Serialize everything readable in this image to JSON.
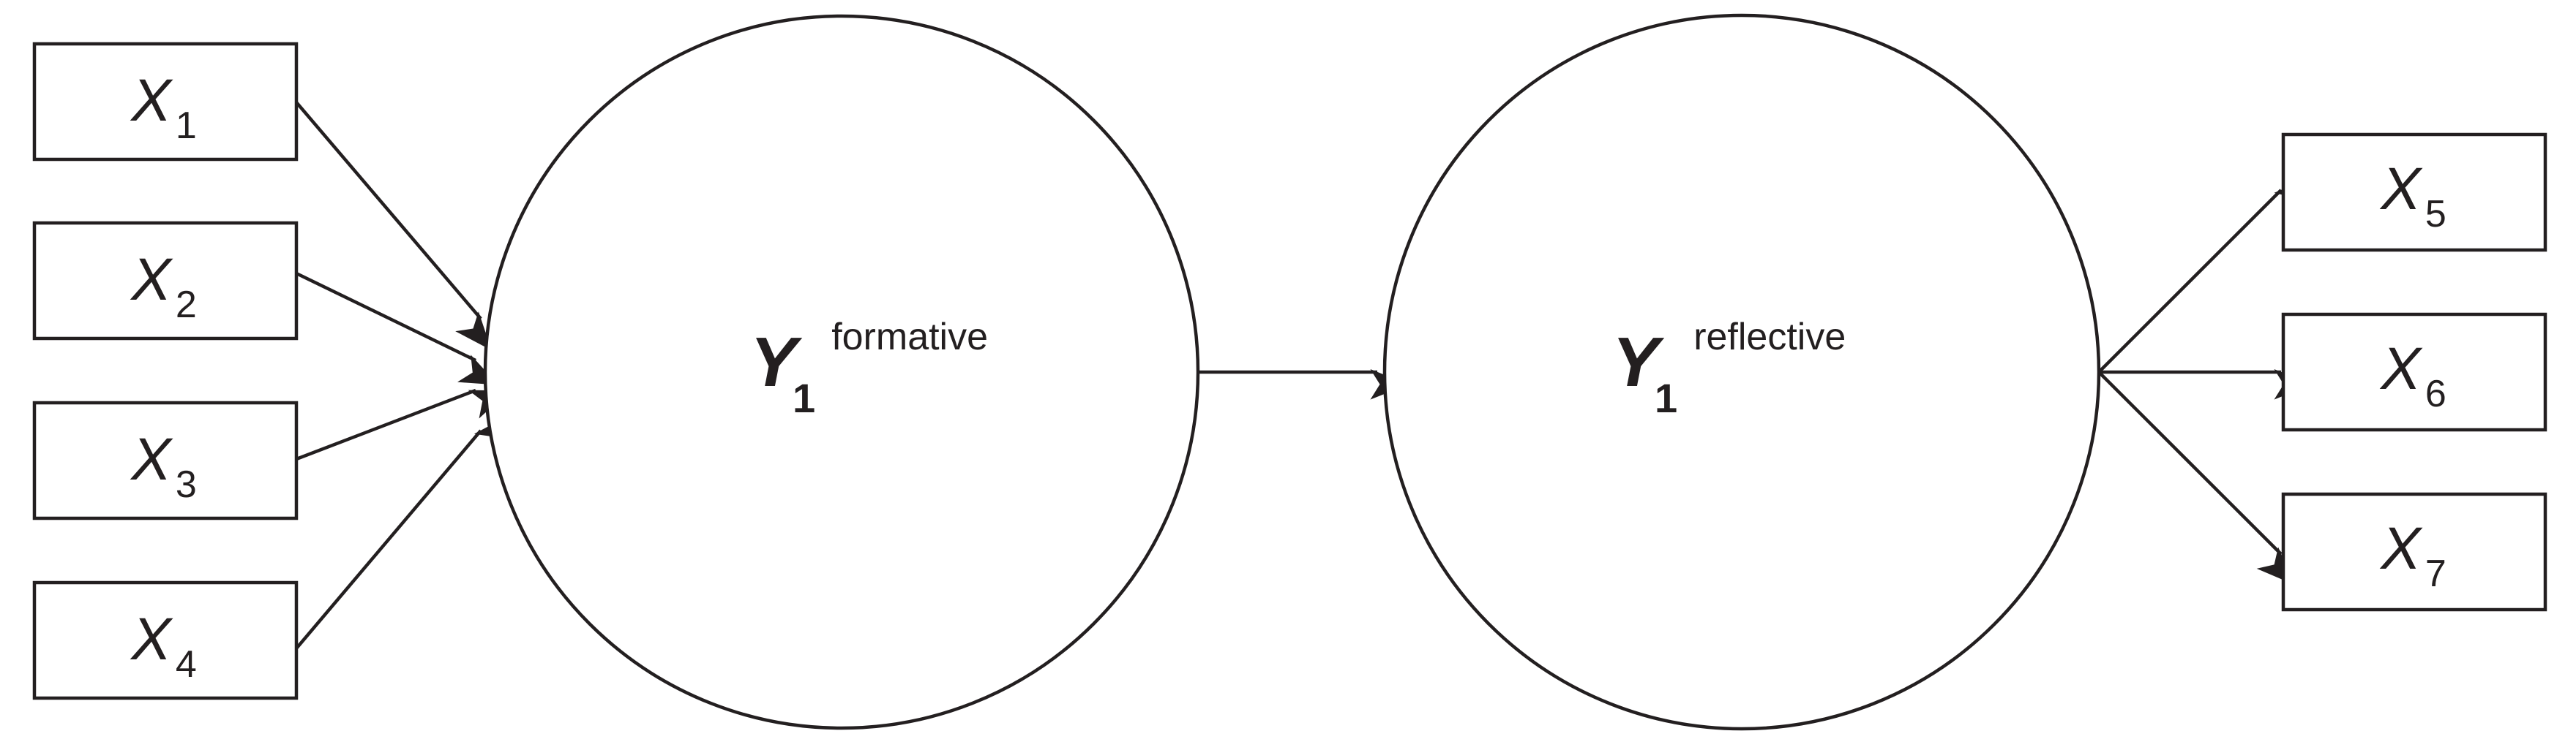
{
  "indicators_formative": [
    {
      "symbol": "X",
      "subscript": "1"
    },
    {
      "symbol": "X",
      "subscript": "2"
    },
    {
      "symbol": "X",
      "subscript": "3"
    },
    {
      "symbol": "X",
      "subscript": "4"
    }
  ],
  "latent_formative": {
    "symbol": "Y",
    "subscript": "1",
    "superscript": "formative"
  },
  "latent_reflective": {
    "symbol": "Y",
    "subscript": "1",
    "superscript": "reflective"
  },
  "indicators_reflective": [
    {
      "symbol": "X",
      "subscript": "5"
    },
    {
      "symbol": "X",
      "subscript": "6"
    },
    {
      "symbol": "X",
      "subscript": "7"
    }
  ],
  "edges": [
    {
      "from": "X1",
      "to": "Y1-formative"
    },
    {
      "from": "X2",
      "to": "Y1-formative"
    },
    {
      "from": "X3",
      "to": "Y1-formative"
    },
    {
      "from": "X4",
      "to": "Y1-formative"
    },
    {
      "from": "Y1-formative",
      "to": "Y1-reflective"
    },
    {
      "from": "Y1-reflective",
      "to": "X5"
    },
    {
      "from": "Y1-reflective",
      "to": "X6"
    },
    {
      "from": "Y1-reflective",
      "to": "X7"
    }
  ],
  "colors": {
    "line": "#231f20",
    "background": "#ffffff"
  }
}
